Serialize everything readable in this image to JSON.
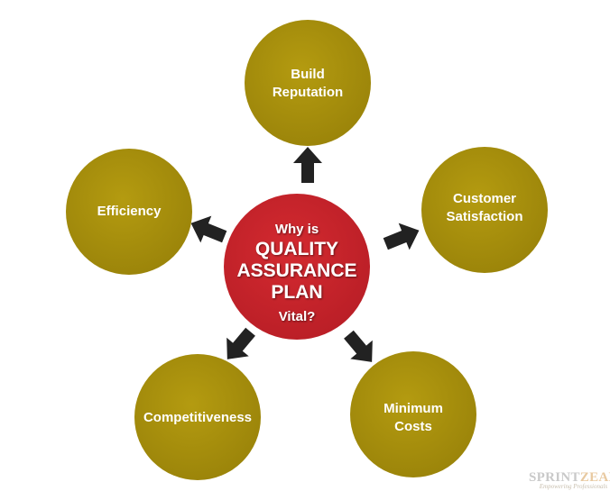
{
  "center": {
    "lines": [
      "Why is",
      "QUALITY",
      "ASSURANCE",
      "PLAN",
      "Vital?"
    ]
  },
  "nodes": [
    {
      "id": "build-reputation",
      "lines": [
        "Build",
        "Reputation"
      ]
    },
    {
      "id": "efficiency",
      "lines": [
        "Efficiency"
      ]
    },
    {
      "id": "customer-satisfaction",
      "lines": [
        "Customer",
        "Satisfaction"
      ]
    },
    {
      "id": "competitiveness",
      "lines": [
        "Competitiveness"
      ]
    },
    {
      "id": "minimum-costs",
      "lines": [
        "Minimum",
        "Costs"
      ]
    }
  ],
  "logo": {
    "name_part1": "SPRINT",
    "name_part2": "ZEAL",
    "tagline": "Empowering Professionals"
  },
  "colors": {
    "node": "#a88f0a",
    "center": "#c8232b",
    "arrow": "#222222",
    "text": "#ffffff"
  }
}
